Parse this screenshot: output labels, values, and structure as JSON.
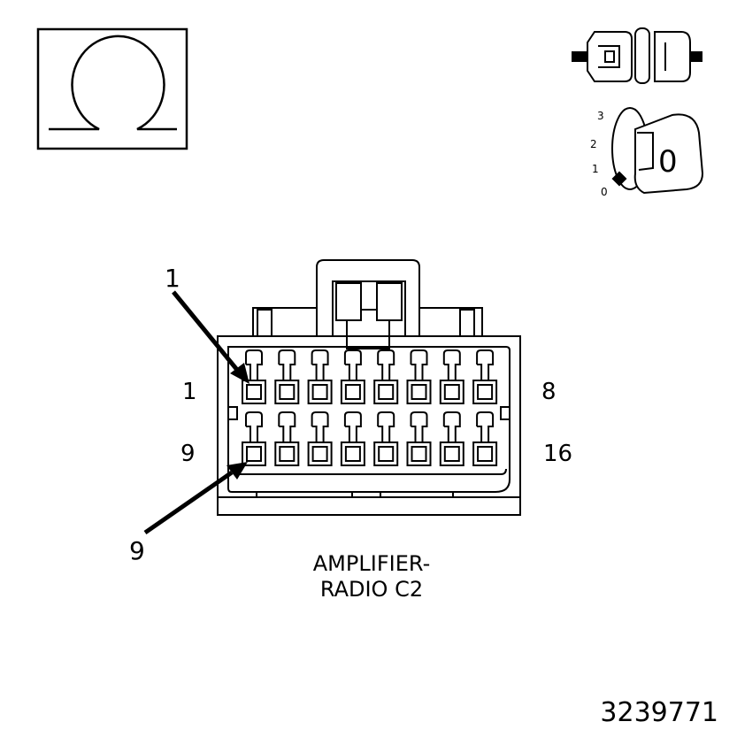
{
  "ohm_symbol": {
    "glyph": "Ω",
    "meaning": "resistance meter"
  },
  "disconnect_icon": {
    "icon": "connector-disconnected-icon"
  },
  "ignition_key": {
    "icon": "ignition-key-icon",
    "positions": [
      "3",
      "2",
      "1",
      "0"
    ],
    "key_label": "0"
  },
  "connector": {
    "top_row_terminal_count": 8,
    "bottom_row_terminal_count": 8,
    "pin_labels": {
      "top_left": "1",
      "top_right": "8",
      "bottom_left": "9",
      "bottom_right": "16"
    },
    "callouts": {
      "pin_1": "1",
      "pin_9": "9"
    },
    "caption_line1": "AMPLIFIER-",
    "caption_line2": "RADIO C2"
  },
  "figure_number": "3239771",
  "colors": {
    "ink": "#000000",
    "paper": "#ffffff"
  }
}
